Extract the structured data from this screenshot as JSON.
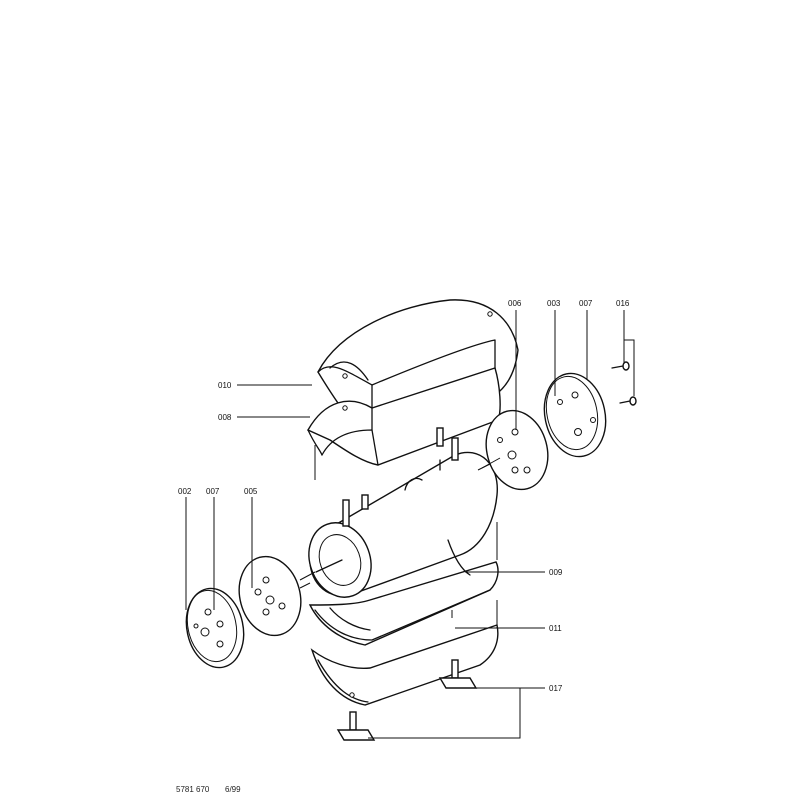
{
  "labels": {
    "p002": "002",
    "p007_left": "007",
    "p005": "005",
    "p006": "006",
    "p003": "003",
    "p007_right": "007",
    "p016": "016",
    "p010": "010",
    "p008": "008",
    "p009": "009",
    "p011": "011",
    "p017": "017"
  },
  "footer": {
    "doc_number": "5781 670",
    "date": "6/99"
  }
}
